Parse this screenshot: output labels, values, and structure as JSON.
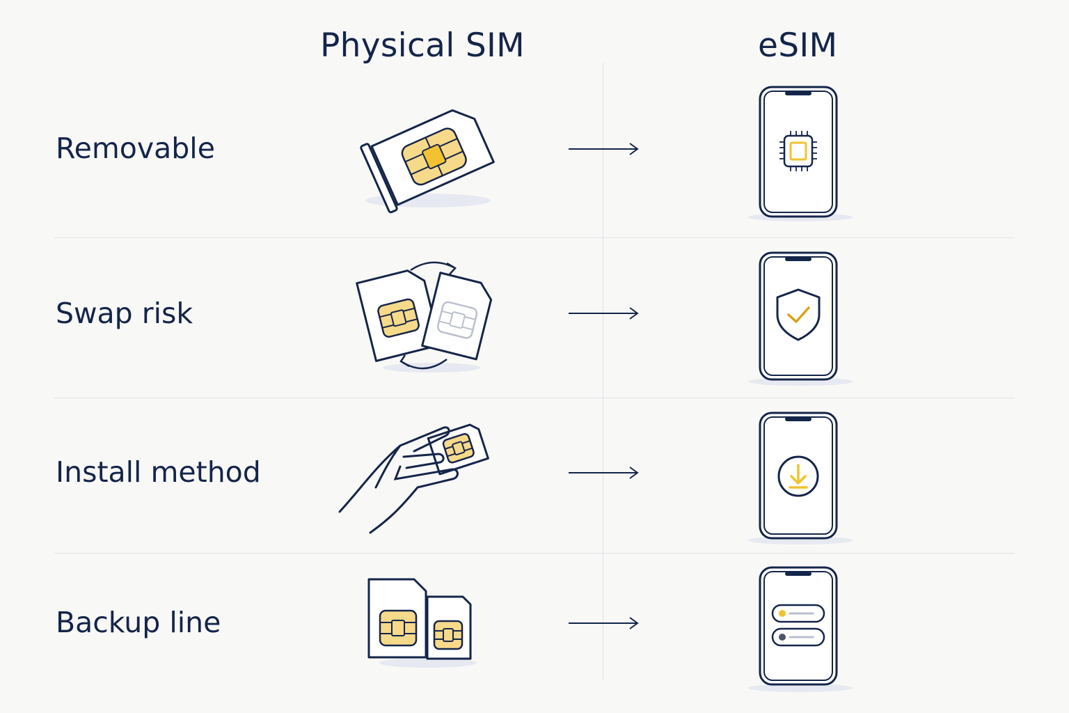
{
  "columns": {
    "physical": "Physical SIM",
    "esim": "eSIM"
  },
  "rows": [
    {
      "label": "Removable",
      "physical_icon": "sim-card-tray-icon",
      "esim_icon": "phone-chip-icon"
    },
    {
      "label": "Swap risk",
      "physical_icon": "sim-swap-icon",
      "esim_icon": "phone-shield-check-icon"
    },
    {
      "label": "Install method",
      "physical_icon": "hand-holding-sim-icon",
      "esim_icon": "phone-download-icon"
    },
    {
      "label": "Backup line",
      "physical_icon": "two-sim-cards-icon",
      "esim_icon": "phone-dual-line-icon"
    }
  ],
  "colors": {
    "navy": "#14254a",
    "gold": "#f2c230",
    "chip_fill": "#f7d98a",
    "divider": "#dfe2e7",
    "background": "#f8f8f6"
  }
}
